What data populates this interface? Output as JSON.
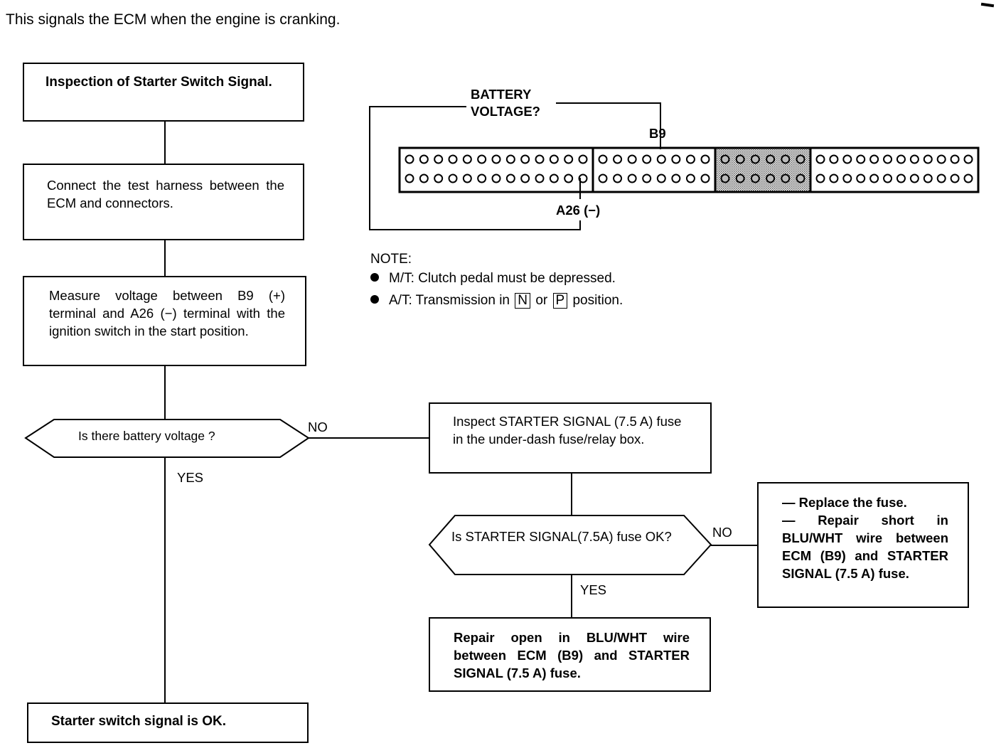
{
  "intro": "This signals the ECM when the engine is cranking.",
  "flow": {
    "start": "Inspection of Starter Switch Signal.",
    "step_connect": "Connect the test harness between the ECM and connectors.",
    "step_measure": "Measure voltage between B9 (+) terminal and A26 (−) terminal with the ignition switch in the start position.",
    "decision_voltage": "Is there battery voltage ?",
    "decision_voltage_no": "NO",
    "decision_voltage_yes": "YES",
    "inspect_fuse": "Inspect STARTER SIGNAL (7.5 A) fuse in the under-dash fuse/relay box.",
    "decision_fuse": "Is STARTER SIGNAL(7.5A) fuse OK?",
    "decision_fuse_no": "NO",
    "decision_fuse_yes": "YES",
    "fix_short": [
      "— Replace the fuse.",
      "— Repair short in BLU/WHT wire between ECM (B9) and STARTER SIGNAL (7.5 A) fuse."
    ],
    "fix_open": "Repair open in BLU/WHT wire between ECM (B9) and STARTER SIGNAL (7.5 A) fuse.",
    "result_ok": "Starter switch signal is OK."
  },
  "connector": {
    "question": "BATTERY VOLTAGE?",
    "question_line1": "BATTERY",
    "question_line2": "VOLTAGE?",
    "pin_positive": "B9",
    "pin_negative": "A26 (−)",
    "sections": [
      {
        "pins_per_row": 13,
        "shaded": false
      },
      {
        "pins_per_row": 8,
        "shaded": false
      },
      {
        "pins_per_row": 6,
        "shaded": true
      },
      {
        "pins_per_row": 12,
        "shaded": false
      }
    ]
  },
  "note": {
    "title": "NOTE:",
    "items": [
      {
        "prefix": "M/T:",
        "text": "Clutch pedal must be depressed."
      },
      {
        "prefix": "A/T:",
        "text_before": "Transmission in",
        "key1": "N",
        "between": "or",
        "key2": "P",
        "text_after": "position."
      }
    ]
  }
}
